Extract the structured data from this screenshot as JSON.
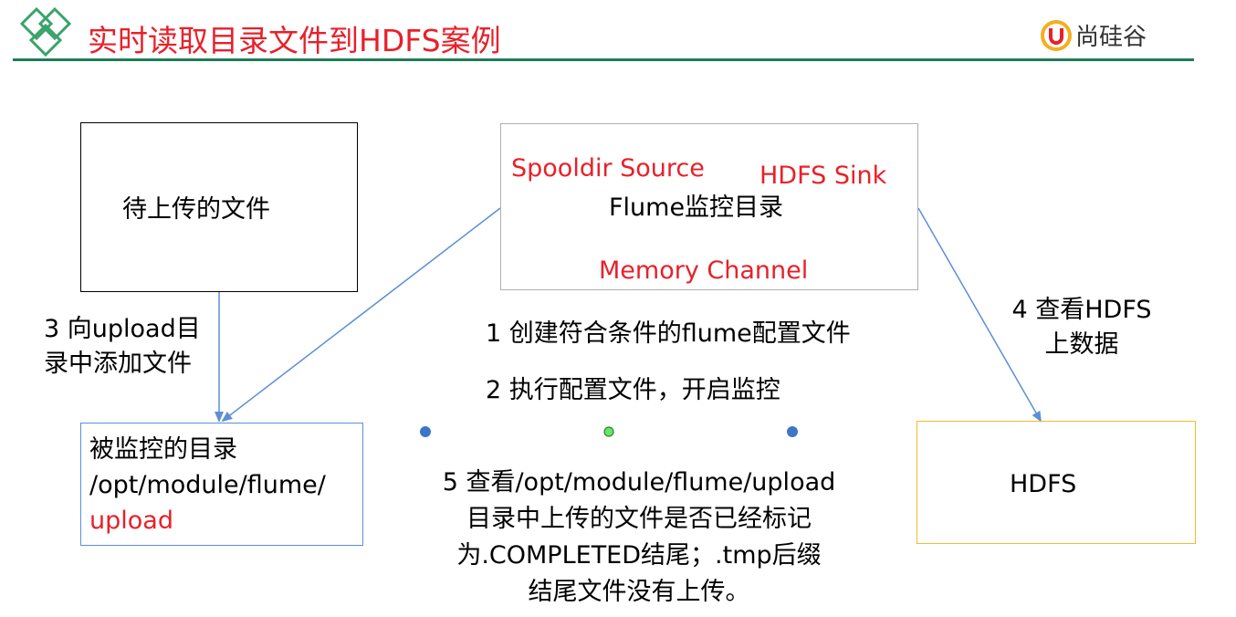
{
  "header": {
    "title": "实时读取目录文件到HDFS案例",
    "logo_text": "尚硅谷",
    "brand_color": "#1e7c55",
    "accent_color": "#e8202a"
  },
  "nodes": {
    "upload_source": {
      "label": "待上传的文件"
    },
    "flume": {
      "source": "Spooldir Source",
      "sink": "HDFS Sink",
      "label": "Flume监控目录",
      "channel": "Memory Channel"
    },
    "monitored_dir": {
      "line1": "被监控的目录",
      "line2": "/opt/module/flume/",
      "line3": "upload"
    },
    "hdfs": {
      "label": "HDFS"
    }
  },
  "steps": {
    "step1": "1 创建符合条件的flume配置文件",
    "step2": "2 执行配置文件，开启监控",
    "step3_line1": "3 向upload目",
    "step3_line2": "录中添加文件",
    "step4_line1": "4 查看HDFS",
    "step4_line2": "上数据",
    "step5_line1": "5 查看/opt/module/flume/upload",
    "step5_line2": "目录中上传的文件是否已经标记",
    "step5_line3": "为.COMPLETED结尾；.tmp后缀",
    "step5_line4": "结尾文件没有上传。"
  }
}
